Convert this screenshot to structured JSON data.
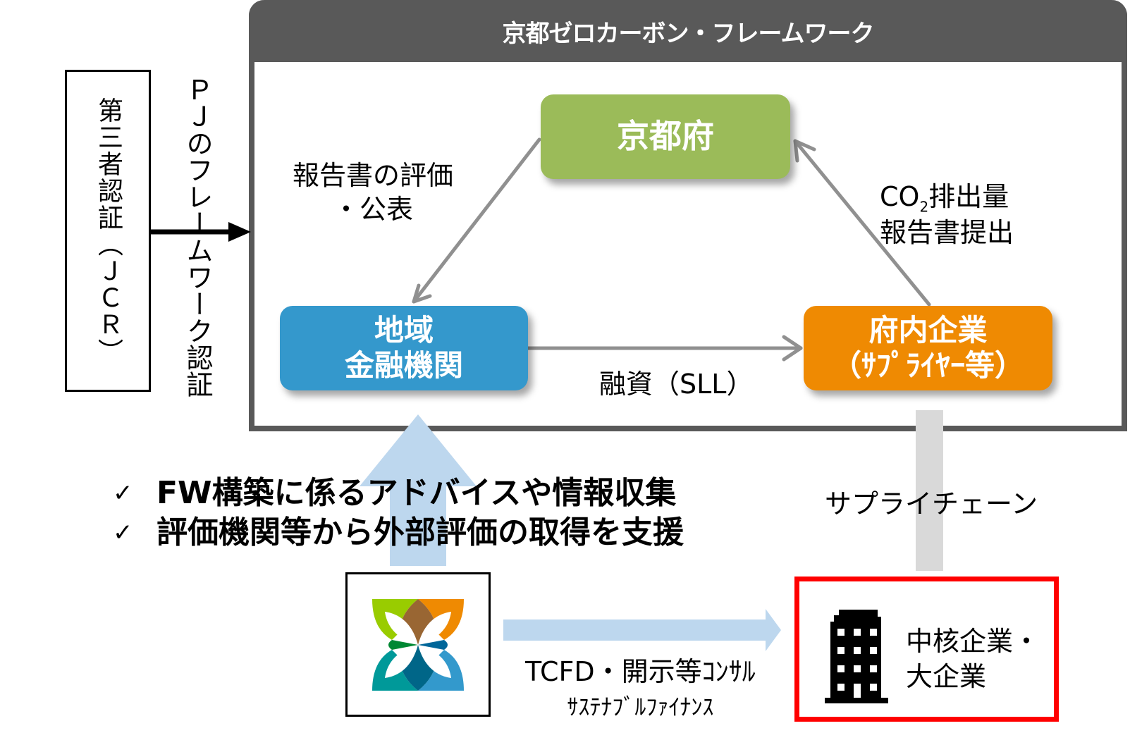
{
  "framework": {
    "title": "京都ゼロカーボン・フレームワーク"
  },
  "certification": {
    "box_label": "第三者認証（ＪＣＲ）",
    "arrow_label": "ＰＪのフレームワーク認証"
  },
  "nodes": {
    "kyoto_pref": {
      "label": "京都府",
      "color": "#9bbb59"
    },
    "regional_bank": {
      "line1": "地域",
      "line2": "金融機関",
      "color": "#3498cc"
    },
    "pref_companies": {
      "line1": "府内企業",
      "line2": "（ｻﾌﾟﾗｲﾔｰ等）",
      "color": "#ef8a02"
    }
  },
  "flows": {
    "report_evaluation": {
      "line1": "報告書の評価",
      "line2": "・公表"
    },
    "co2_report": {
      "line1_prefix": "CO",
      "line1_sub": "2",
      "line1_suffix": "排出量",
      "line2": "報告書提出"
    },
    "financing": "融資（SLL）",
    "supply_chain": "サプライチェーン",
    "consulting": {
      "line1": "TCFD・開示等ｺﾝｻﾙ",
      "line2": "ｻｽﾃﾅﾌﾞﾙﾌｧｲﾅﾝｽ"
    }
  },
  "checklist": [
    {
      "mark": "✓",
      "text": "FW構築に係るアドバイスや情報収集"
    },
    {
      "mark": "✓",
      "text": "評価機関等から外部評価の取得を支援"
    }
  ],
  "logo": {
    "icon": "flower-logo-icon",
    "colors": [
      "#99cc00",
      "#ef8a02",
      "#009999",
      "#3399cc"
    ]
  },
  "large_company": {
    "icon": "building-icon",
    "line1": "中核企業・",
    "line2": "大企業",
    "border_color": "#ff0000"
  },
  "colors": {
    "frame": "#595959",
    "arrow_gray": "#909090",
    "arrow_light_blue": "#bdd7ee",
    "supply_bar": "#d9d9d9"
  }
}
